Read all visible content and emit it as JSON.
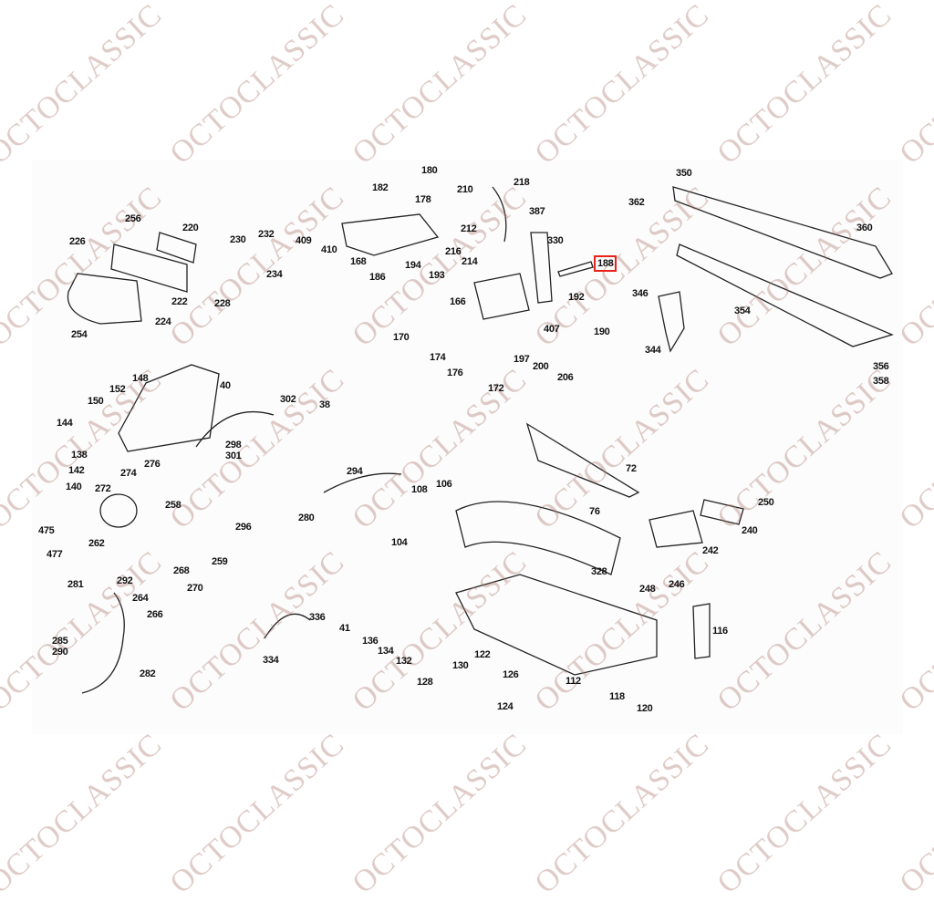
{
  "watermark": "OCTOCLASSIC",
  "highlight_color": "#e8231a",
  "selected_part": "188",
  "labels": [
    "180",
    "182",
    "178",
    "210",
    "218",
    "409",
    "410",
    "168",
    "186",
    "194",
    "193",
    "212",
    "216",
    "214",
    "387",
    "330",
    "188",
    "166",
    "192",
    "407",
    "190",
    "170",
    "174",
    "176",
    "172",
    "197",
    "200",
    "206",
    "362",
    "350",
    "360",
    "346",
    "354",
    "344",
    "356",
    "358",
    "256",
    "220",
    "226",
    "230",
    "232",
    "234",
    "222",
    "224",
    "228",
    "254",
    "148",
    "152",
    "40",
    "150",
    "144",
    "302",
    "38",
    "298",
    "301",
    "138",
    "142",
    "140",
    "274",
    "272",
    "276",
    "294",
    "106",
    "108",
    "72",
    "76",
    "250",
    "258",
    "262",
    "296",
    "280",
    "475",
    "477",
    "240",
    "104",
    "242",
    "259",
    "292",
    "268",
    "270",
    "264",
    "266",
    "281",
    "328",
    "248",
    "246",
    "336",
    "41",
    "116",
    "285",
    "290",
    "334",
    "136",
    "134",
    "132",
    "122",
    "130",
    "126",
    "128",
    "112",
    "282",
    "118",
    "120",
    "124"
  ]
}
